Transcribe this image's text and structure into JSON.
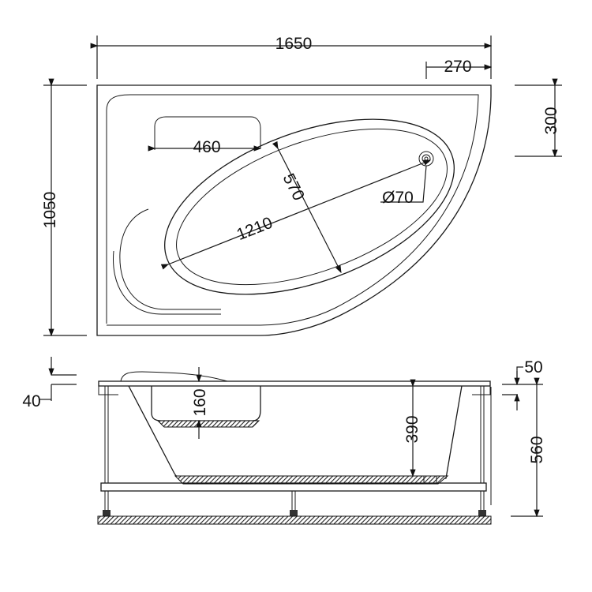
{
  "top_view": {
    "dimensions": {
      "overall_length": "1650",
      "overall_width": "1050",
      "corner_offset_x": "270",
      "corner_offset_y": "300",
      "seat_width": "460",
      "basin_width": "570",
      "basin_length": "1210",
      "drain_diameter": "Ø70"
    }
  },
  "side_view": {
    "dimensions": {
      "rim_thickness": "40",
      "seat_depth": "160",
      "basin_depth": "390",
      "rim_overhang": "50",
      "total_height": "560"
    }
  }
}
